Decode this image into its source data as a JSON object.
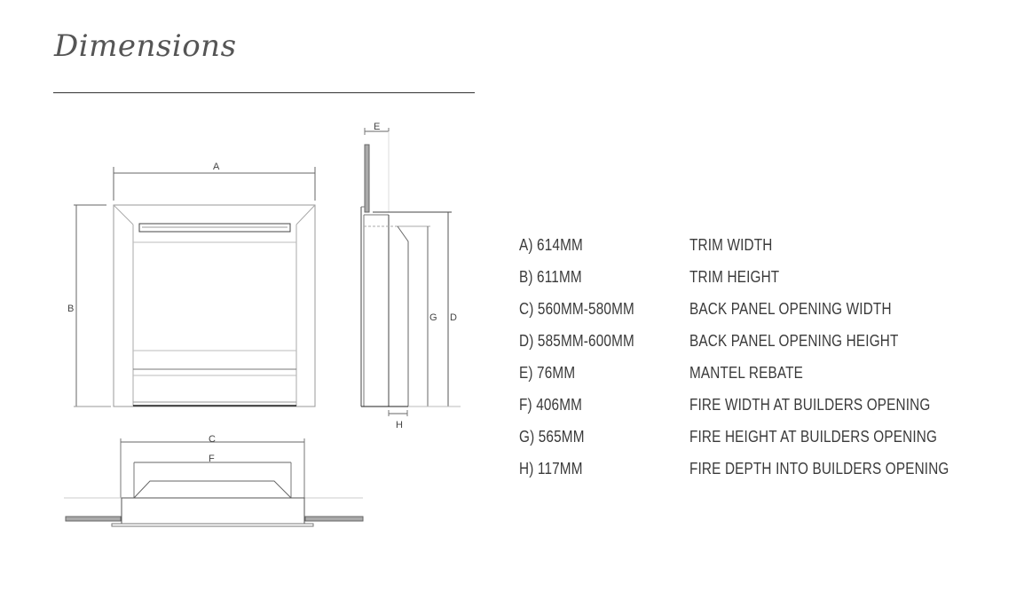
{
  "title": "Dimensions",
  "diagram_labels": {
    "a": "A",
    "b": "B",
    "c": "C",
    "d": "D",
    "e": "E",
    "f": "F",
    "g": "G",
    "h": "H"
  },
  "specs": [
    {
      "code": "A) 614MM",
      "desc": "TRIM WIDTH"
    },
    {
      "code": "B) 611MM",
      "desc": "TRIM HEIGHT"
    },
    {
      "code": "C) 560MM-580MM",
      "desc": "BACK PANEL OPENING WIDTH"
    },
    {
      "code": "D) 585MM-600MM",
      "desc": "BACK PANEL OPENING HEIGHT"
    },
    {
      "code": "E) 76MM",
      "desc": "MANTEL REBATE"
    },
    {
      "code": "F) 406MM",
      "desc": "FIRE WIDTH AT BUILDERS OPENING"
    },
    {
      "code": "G) 565MM",
      "desc": "FIRE HEIGHT AT BUILDERS OPENING"
    },
    {
      "code": "H) 117MM",
      "desc": "FIRE DEPTH INTO BUILDERS OPENING"
    }
  ]
}
